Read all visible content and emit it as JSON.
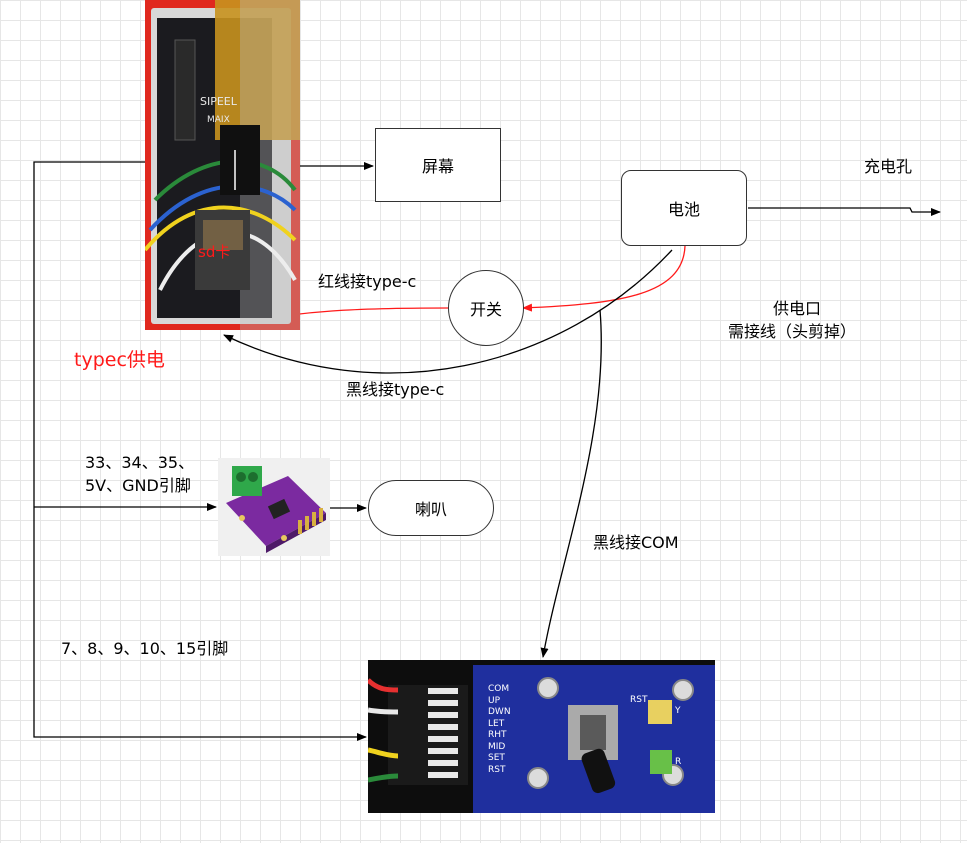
{
  "nodes": {
    "screen": "屏幕",
    "battery": "电池",
    "switch": "开关",
    "speaker": "喇叭"
  },
  "labels": {
    "charge_port": "充电孔",
    "red_wire": "红线接type-c",
    "black_wire_typec": "黑线接type-c",
    "power_port_line1": "供电口",
    "power_port_line2": "需接线（头剪掉）",
    "typec_power": "typec供电",
    "amp_pins_line1": "33、34、35、",
    "amp_pins_line2": "5V、GND引脚",
    "black_wire_com": "黑线接COM",
    "joystick_pins": "7、8、9、10、15引脚",
    "sd_card": "sd卡"
  },
  "board_silkscreen": {
    "brand": "SIPEEL",
    "model": "MAIX"
  },
  "joystick_pins": [
    "COM",
    "UP",
    "DWN",
    "LET",
    "RHT",
    "MID",
    "SET",
    "RST"
  ],
  "joystick_silkscreen": {
    "rst": "RST",
    "led1": "Y",
    "led2": "R"
  },
  "colors": {
    "line": "#000000",
    "red_wire": "#ff1a1a",
    "red_text": "#ff1a1a",
    "pcb_purple": "#7b2aa0",
    "pcb_blue": "#1f2f9e",
    "case_red": "#e0281e"
  }
}
